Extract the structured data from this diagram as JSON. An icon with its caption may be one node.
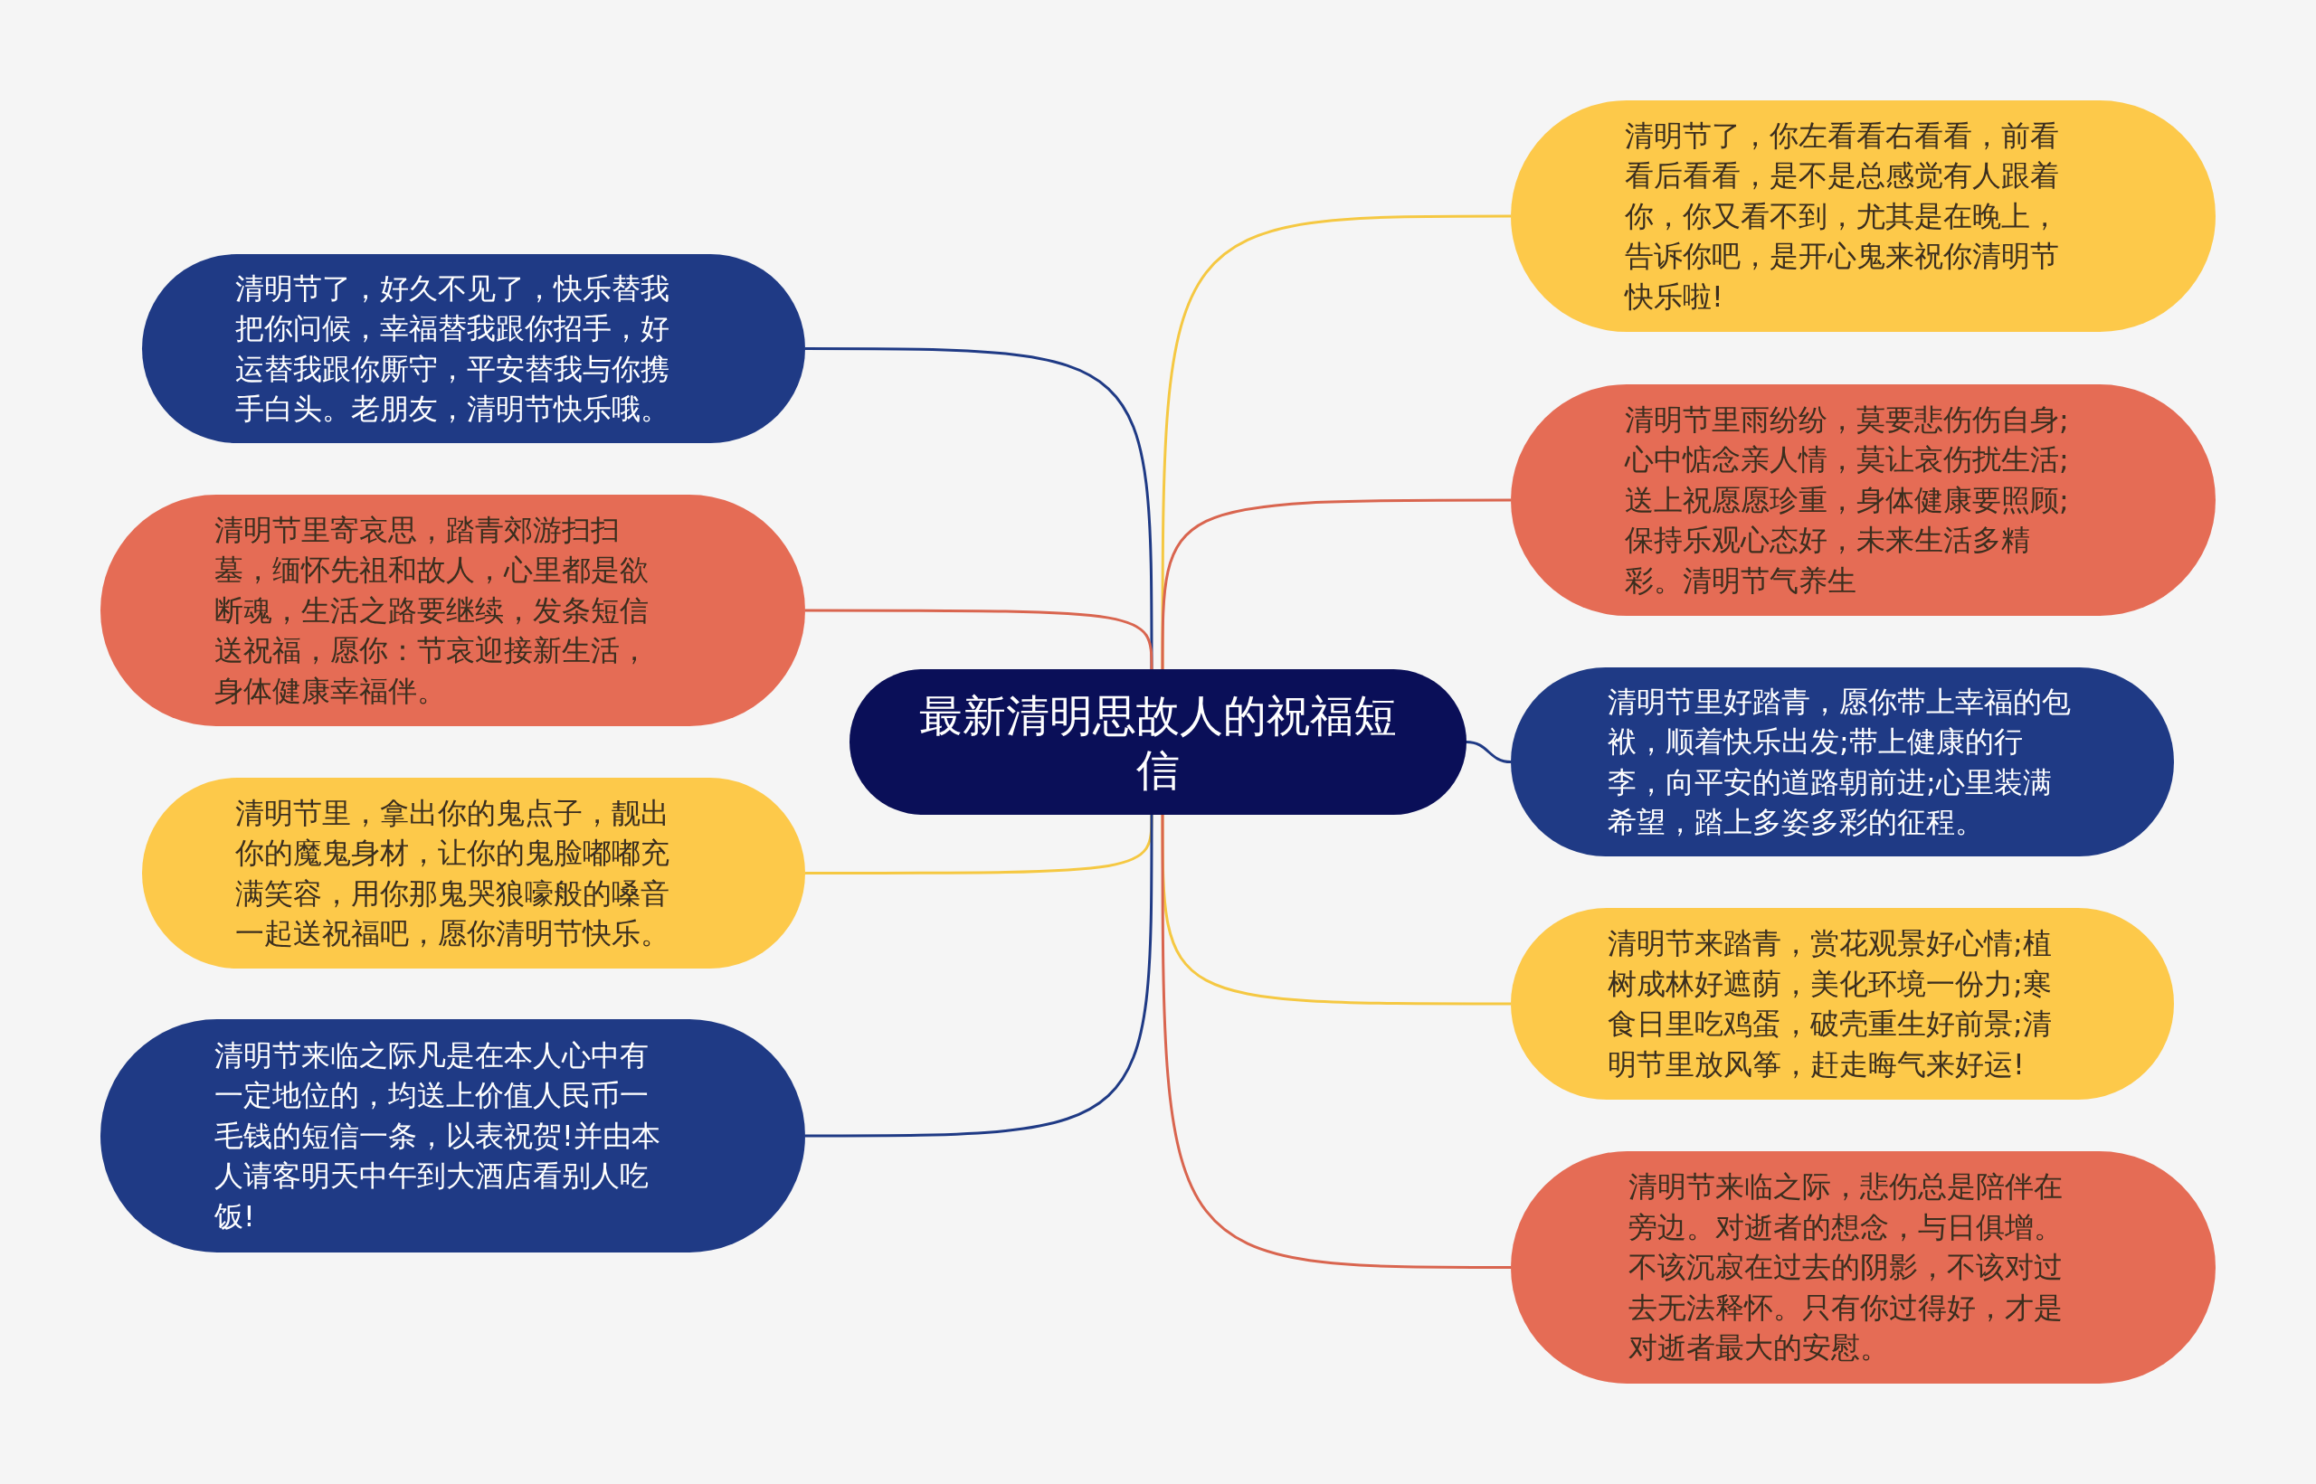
{
  "diagram": {
    "nodes": [
      {
        "text": [
          "最新清明思故人的祝福短信"
        ]
      },
      {
        "text": [
          "清明节了，你左看看右看看，前看看后看看，是不是总感觉有人跟着你，你又看不到，尤其是在晚上，告诉你吧，是开心鬼来祝你清明节快乐啦!"
        ]
      },
      {
        "text": [
          "清明节里雨纷纷，莫要悲伤伤自身;心中惦念亲人情，莫让哀伤扰生活;送上祝愿愿珍重，身体健康要照顾;保持乐观心态好，未来生活多精彩。清明节气养生"
        ]
      },
      {
        "text": [
          "清明节里好踏青，愿你带上幸福的包袱，顺着快乐出发;带上健康的行李，向平安的道路朝前进;心里装满希望，踏上多姿多彩的征程。"
        ]
      },
      {
        "text": [
          "清明节来踏青，赏花观景好心情;植树成林好遮荫，美化环境一份力;寒食日里吃鸡蛋，破壳重生好前景;清明节里放风筝，赶走晦气来好运!"
        ]
      },
      {
        "text": [
          "清明节来临之际，悲伤总是陪伴在旁边。对逝者的想念，与日俱增。不该沉寂在过去的阴影，不该对过去无法释怀。只有你过得好，才是对逝者最大的安慰。"
        ]
      },
      {
        "text": [
          "清明节了，好久不见了，快乐替我把你问候，幸福替我跟你招手，好运替我跟你厮守，平安替我与你携手白头。老朋友，清明节快乐哦。"
        ]
      },
      {
        "text": [
          "清明节里寄哀思，踏青郊游扫扫墓，缅怀先祖和故人，心里都是欲断魂，生活之路要继续，发条短信送祝福，愿你：节哀迎接新生活，身体健康幸福伴。"
        ]
      },
      {
        "text": [
          "清明节里，拿出你的鬼点子，靓出你的魔鬼身材，让你的鬼脸嘟嘟充满笑容，用你那鬼哭狼嚎般的嗓音一起送祝福吧，愿你清明节快乐。"
        ]
      },
      {
        "text": [
          "清明节来临之际凡是在本人心中有一定地位的，均送上价值人民币一毛钱的短信一条，以表祝贺!并由本人请客明天中午到大酒店看别人吃饭!"
        ]
      }
    ],
    "edges": [
      {
        "from": 0,
        "to": 1,
        "arrow": "none",
        "color": "#f5c842"
      },
      {
        "from": 0,
        "to": 2,
        "arrow": "none",
        "color": "#d9654f"
      },
      {
        "from": 0,
        "to": 3,
        "arrow": "none",
        "color": "#1f3a85"
      },
      {
        "from": 0,
        "to": 4,
        "arrow": "none",
        "color": "#f5c842"
      },
      {
        "from": 0,
        "to": 5,
        "arrow": "none",
        "color": "#d9654f"
      },
      {
        "from": 0,
        "to": 6,
        "arrow": "none",
        "color": "#1f3a85"
      },
      {
        "from": 0,
        "to": 7,
        "arrow": "none",
        "color": "#d9654f"
      },
      {
        "from": 0,
        "to": 8,
        "arrow": "none",
        "color": "#f5c842"
      },
      {
        "from": 0,
        "to": 9,
        "arrow": "none",
        "color": "#1f3a85"
      }
    ]
  }
}
